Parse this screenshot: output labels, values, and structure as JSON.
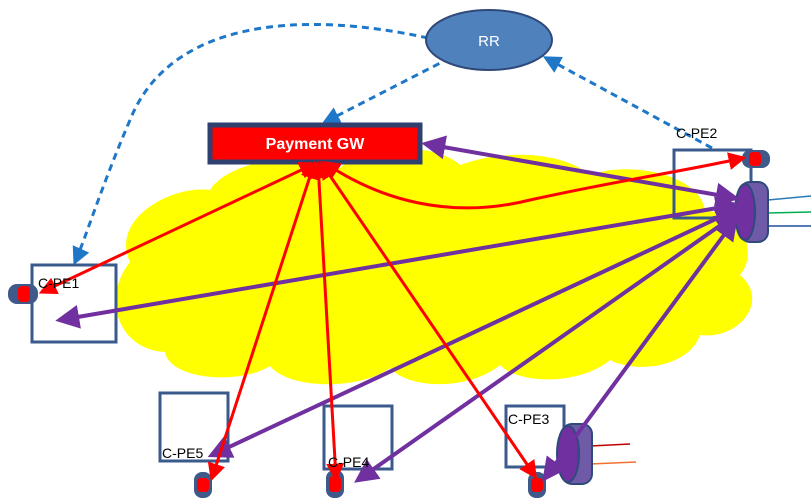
{
  "nodes": {
    "rr": {
      "label": "RR"
    },
    "payment_gw": {
      "label": "Payment GW"
    },
    "cpe1": {
      "label": "C-PE1"
    },
    "cpe2": {
      "label": "C-PE2"
    },
    "cpe3": {
      "label": "C-PE3"
    },
    "cpe4": {
      "label": "C-PE4"
    },
    "cpe5": {
      "label": "C-PE5"
    }
  },
  "colors": {
    "cloud": "#ffff00",
    "rr_fill": "#4f81bd",
    "gw_fill": "#ff0000",
    "gw_border": "#2f3f70",
    "box_border": "#3a5a8c",
    "dashed_link": "#1f77c8",
    "red_link": "#ff0000",
    "purple_link": "#7030a0",
    "ce_body": "#6040a0",
    "ce_edge": "#2f4a7a",
    "port_red": "#ff0000",
    "port_blue": "#3f5a8a"
  }
}
